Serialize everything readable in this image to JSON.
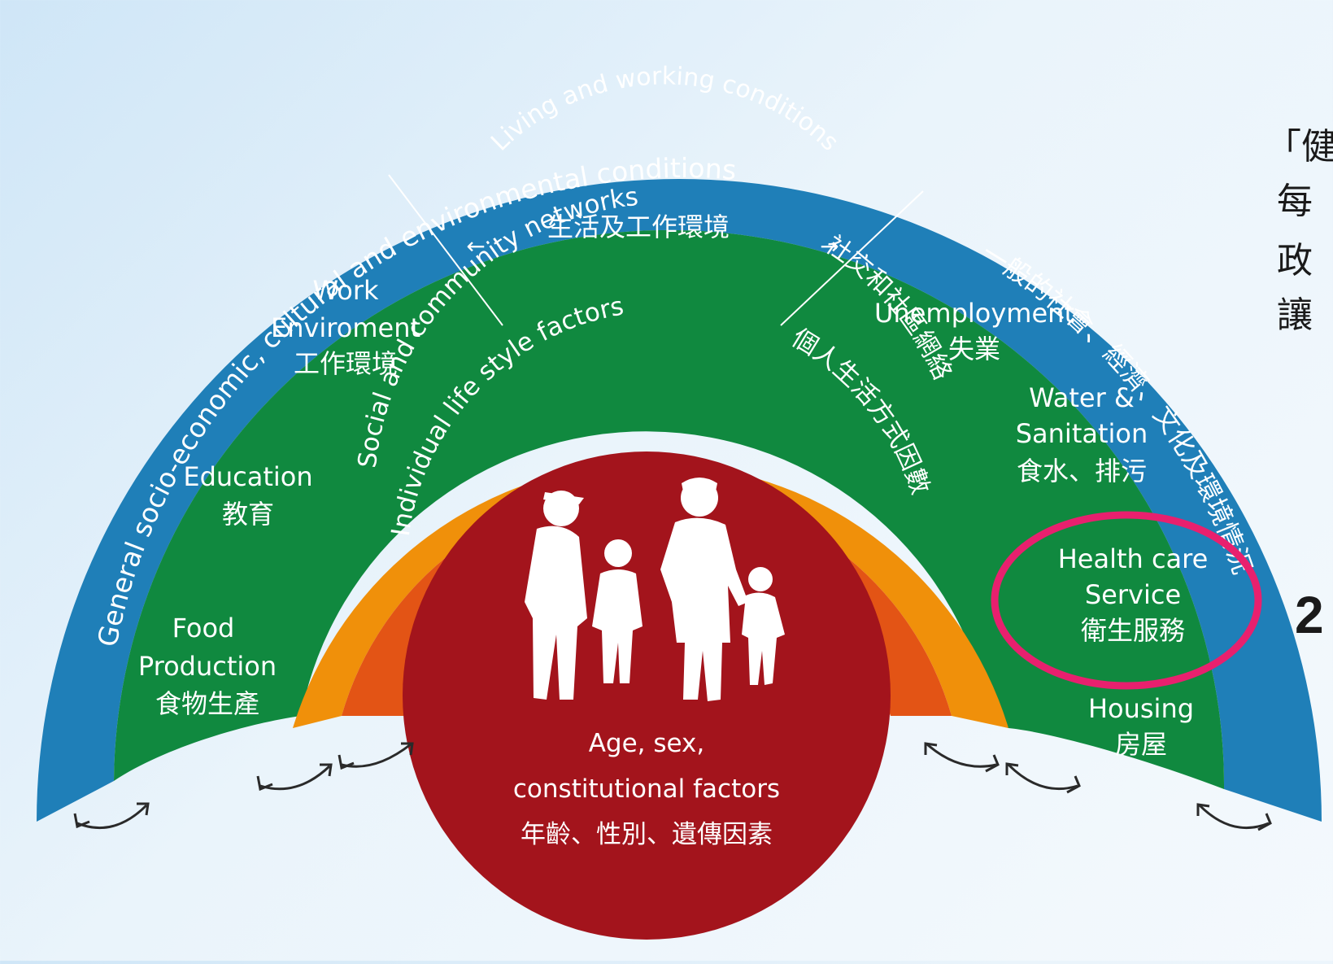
{
  "layers": {
    "outer": {
      "text": "General socio-economic, cultural and environmental conditions",
      "text_zh": "一般的社會、經濟、文化及環境情況",
      "color": "#1f7fb8"
    },
    "living": {
      "text": "Living and working conditions",
      "text_zh": "生活及工作環境",
      "color": "#10893f"
    },
    "social": {
      "text": "Social and community networks",
      "text_zh": "社交和社區網絡",
      "color": "#f0900a"
    },
    "individual": {
      "text": "Individual life style factors",
      "text_zh": "個人生活方式因數",
      "color": "#e35415"
    },
    "core": {
      "line1": "Age, sex,",
      "line2": "constitutional factors",
      "line3": "年齡、性別、遺傳因素",
      "color": "#a3141c"
    }
  },
  "segments": {
    "work": {
      "line1": "Work",
      "line2": "Enviroment",
      "line3": "工作環境"
    },
    "education": {
      "line1": "Education",
      "line2": "教育"
    },
    "food": {
      "line1": "Food",
      "line2": "Production",
      "line3": "食物生產"
    },
    "unemployment": {
      "line1": "Unemployment",
      "line2": "失業"
    },
    "water": {
      "line1": "Water &",
      "line2": "Sanitation",
      "line3": "食水、排污"
    },
    "health": {
      "line1": "Health care",
      "line2": "Service",
      "line3": "衛生服務"
    },
    "housing": {
      "line1": "Housing",
      "line2": "房屋"
    }
  },
  "highlight_color": "#e8206e",
  "side_text": {
    "line1": "「健",
    "line2": "每",
    "line3": "政",
    "line4": "讓",
    "number": "2"
  }
}
